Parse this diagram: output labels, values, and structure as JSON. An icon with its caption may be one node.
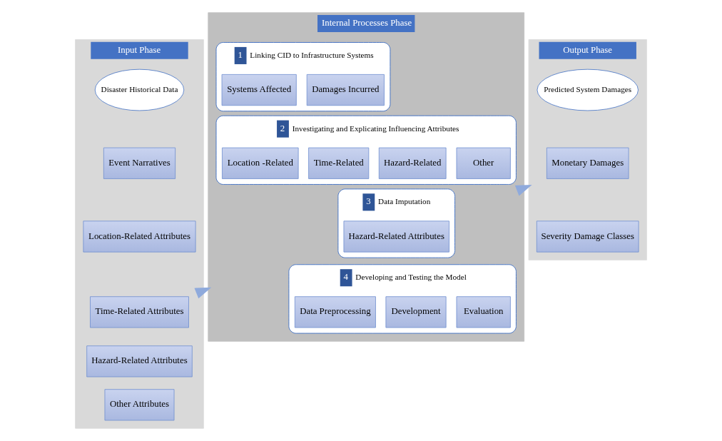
{
  "diagram": {
    "nodes": [
      {
        "text": [
          "Input Phase"
        ]
      },
      {
        "text": [
          "Disaster Historical Data"
        ],
        "in": 0
      },
      {
        "text": [
          "Event Narratives"
        ],
        "in": 0
      },
      {
        "text": [
          "Location-Related Attributes"
        ],
        "in": 0
      },
      {
        "text": [
          "Time-Related Attributes"
        ],
        "in": 0
      },
      {
        "text": [
          "Hazard-Related Attributes"
        ],
        "in": 0
      },
      {
        "text": [
          "Other Attributes"
        ],
        "in": 0
      },
      {
        "text": [
          "Internal Processes Phase"
        ]
      },
      {
        "text": [
          "1",
          "Linking CID to Infrastructure Systems"
        ],
        "in": 7
      },
      {
        "text": [
          "Systems Affected"
        ],
        "in": 8
      },
      {
        "text": [
          "Damages Incurred"
        ],
        "in": 8
      },
      {
        "text": [
          "2",
          "Investigating and Explicating Influencing Attributes"
        ],
        "in": 7
      },
      {
        "text": [
          "Location -Related"
        ],
        "in": 11
      },
      {
        "text": [
          "Time-Related"
        ],
        "in": 11
      },
      {
        "text": [
          "Hazard-Related"
        ],
        "in": 11
      },
      {
        "text": [
          "Other"
        ],
        "in": 11
      },
      {
        "text": [
          "3",
          "Data Imputation"
        ],
        "in": 7
      },
      {
        "text": [
          "Hazard-Related Attributes"
        ],
        "in": 16
      },
      {
        "text": [
          "4",
          "Developing and Testing the Model"
        ],
        "in": 7
      },
      {
        "text": [
          "Data Preprocessing"
        ],
        "in": 18
      },
      {
        "text": [
          "Development"
        ],
        "in": 18
      },
      {
        "text": [
          "Evaluation"
        ],
        "in": 18
      },
      {
        "text": [
          "Output Phase"
        ]
      },
      {
        "text": [
          "Predicted System Damages"
        ],
        "in": 22
      },
      {
        "text": [
          "Monetary Damages"
        ],
        "in": 22
      },
      {
        "text": [
          "Severity Damage Classes"
        ],
        "in": 22
      }
    ],
    "edges": [
      {
        "from": 0,
        "to": 7,
        "arrow": "to"
      },
      {
        "from": 7,
        "to": 22,
        "arrow": "to"
      }
    ]
  }
}
